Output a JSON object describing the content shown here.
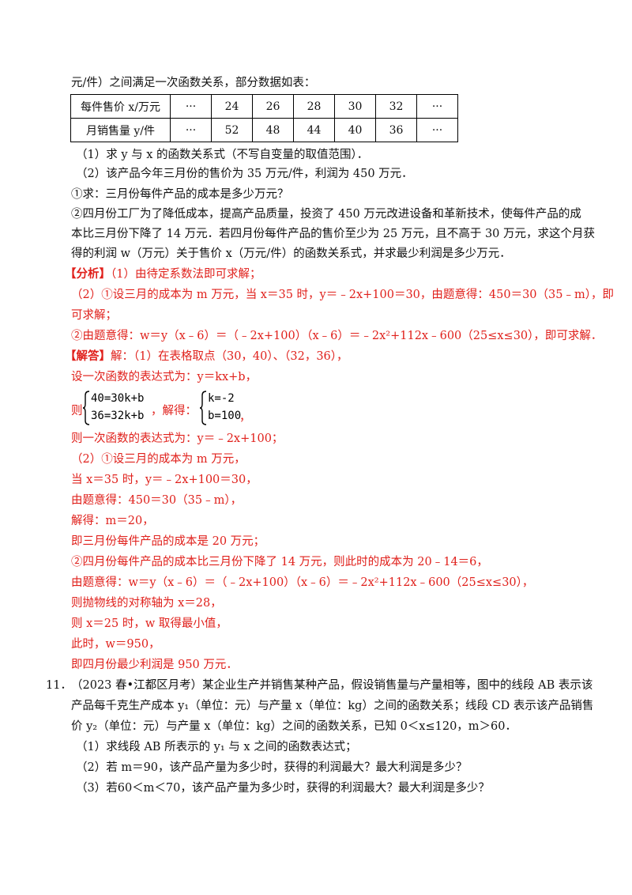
{
  "intro_line": "元/件）之间满足一次函数关系，部分数据如表：",
  "table": {
    "row1_head": "每件售价 x/万元",
    "row1": [
      "···",
      "24",
      "26",
      "28",
      "30",
      "32",
      "···"
    ],
    "row2_head": "月销售量 y/件",
    "row2": [
      "···",
      "52",
      "48",
      "44",
      "40",
      "36",
      "···"
    ]
  },
  "questions": [
    "（1）求 y 与 x 的函数关系式（不写自变量的取值范围）．",
    "（2）该产品今年三月份的售价为 35 万元/件，利润为 450 万元．",
    "①求：三月份每件产品的成本是多少万元？",
    "②四月份工厂为了降低成本，提高产品质量，投资了 450 万元改进设备和革新技术，使每件产品的成",
    "本比三月份下降了 14 万元．若四月份每件产品的售价至少为 25 万元，且不高于 30 万元，求这个月获",
    "得的利润 w（万元）关于售价 x（万元/件）的函数关系式，并求最少利润是多少万元．"
  ],
  "analysis": {
    "tag": "【分析】",
    "lines": [
      "（1）由待定系数法即可求解；",
      "（2）①设三月的成本为 m 万元，当 x＝35 时，y＝﹣2x+100＝30，由题意得：450＝30（35﹣m），即",
      "可求解；",
      "②由题意得：w＝y（x﹣6）＝（﹣2x+100）（x﹣6）＝﹣2x²+112x﹣600（25≤x≤30），即可求解．"
    ]
  },
  "answer": {
    "tag": "【解答】",
    "line1": "解：（1）在表格取点（30，40）、（32，36），",
    "line2": "设一次函数的表达式为：y＝kx+b，",
    "then": "则",
    "eq1": "40=30k+b",
    "eq2": "36=32k+b",
    "solve": "，解得：",
    "sol1": "k=-2",
    "sol2": "b=100",
    "sol_end": "，",
    "lines": [
      "则一次函数的表达式为：y＝﹣2x+100；",
      "（2）①设三月的成本为 m 万元，",
      "当 x＝35 时，y＝﹣2x+100＝30，",
      "由题意得：450＝30（35﹣m），",
      "解得：m＝20，",
      "即三月份每件产品的成本是 20 万元；",
      "②四月份每件产品的成本比三月份下降了 14 万元，则此时的成本为 20﹣14＝6，",
      "由题意得：w＝y（x﹣6）＝（﹣2x+100）（x﹣6）＝﹣2x²+112x﹣600（25≤x≤30），",
      "则抛物线的对称轴为 x＝28，",
      "则 x＝25 时，w 取得最小值，",
      "此时，w＝950，",
      "即四月份最少利润是 950 万元．"
    ]
  },
  "problem11": {
    "num": "11．",
    "lines": [
      "（2023 春•江都区月考）某企业生产并销售某种产品，假设销售量与产量相等，图中的线段 AB 表示该",
      "产品每千克生产成本 y₁（单位：元）与产量 x（单位：kg）之间的函数关系；线段 CD 表示该产品销售",
      "价 y₂（单位：元）与产量 x（单位：kg）之间的函数关系，已知 0＜x≤120，m＞60．",
      "（1）求线段 AB 所表示的 y₁ 与 x 之间的函数表达式；",
      "（2）若 m＝90，该产品产量为多少时，获得的利润最大？最大利润是多少？",
      "（3）若60＜m＜70，该产品产量为多少时，获得的利润最大？最大利润是多少？"
    ]
  }
}
